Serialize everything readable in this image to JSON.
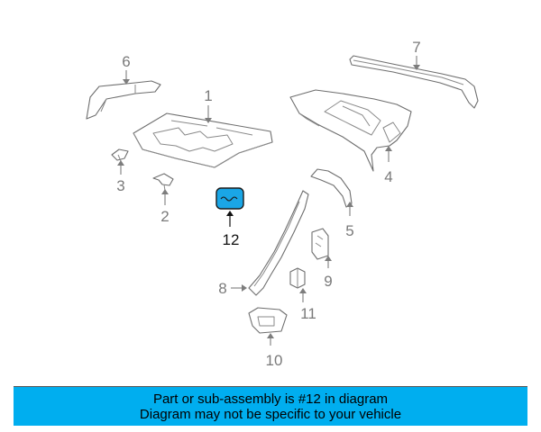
{
  "callouts": {
    "c1": "1",
    "c2": "2",
    "c3": "3",
    "c4": "4",
    "c5": "5",
    "c6": "6",
    "c7": "7",
    "c8": "8",
    "c9": "9",
    "c10": "10",
    "c11": "11",
    "c12": "12"
  },
  "highlight": {
    "part_number": "12",
    "color": "#1aa6e6"
  },
  "banner": {
    "line1": "Part or sub-assembly is #12 in diagram",
    "line2": "Diagram may not be specific to your vehicle",
    "color": "#00aeef"
  }
}
